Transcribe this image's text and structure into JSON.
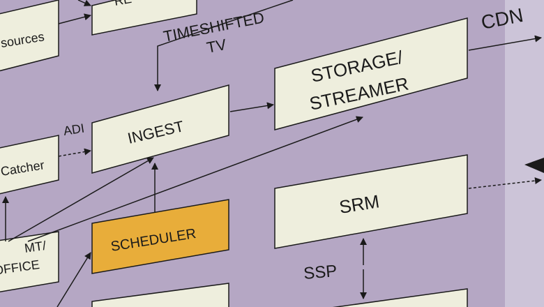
{
  "diagram": {
    "colors": {
      "background": "#b5a7c4",
      "right_panel": "#ccc4d8",
      "box_fill": "#eeeedd",
      "highlight_fill": "#e8ad3a",
      "stroke": "#1a1a1a"
    },
    "boxes": {
      "sources": "sources",
      "top_partial": "RE",
      "ingest": "INGEST",
      "storage_line1": "STORAGE/",
      "storage_line2": "STREAMER",
      "catcher": "Catcher",
      "scheduler": "SCHEDULER",
      "srm": "SRM",
      "mt_line1": "MT/",
      "mt_line2": "OFFICE"
    },
    "labels": {
      "timeshifted_line1": "TIMESHIFTED",
      "timeshifted_line2": "TV",
      "cdn": "CDN",
      "adi": "ADI",
      "ssp": "SSP"
    }
  }
}
